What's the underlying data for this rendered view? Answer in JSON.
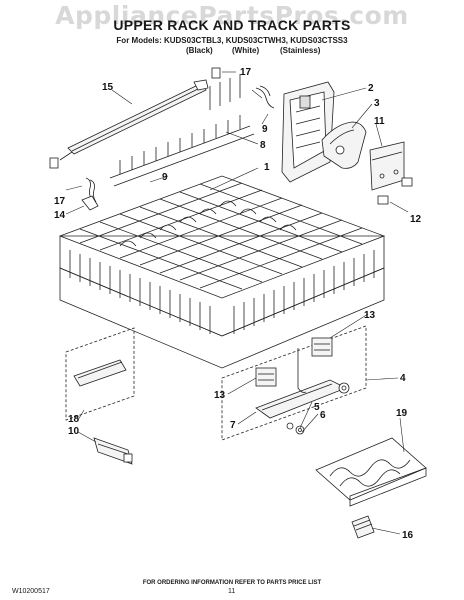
{
  "header": {
    "watermark": "AppliancePartsPros.com",
    "title": "UPPER RACK AND TRACK PARTS",
    "models": "For Models: KUDS03CTBL3, KUDS03CTWH3, KUDS03CTSS3",
    "variants": [
      "(Black)",
      "(White)",
      "(Stainless)"
    ]
  },
  "callouts": [
    "1",
    "2",
    "3",
    "4",
    "5",
    "6",
    "7",
    "8",
    "9",
    "9",
    "10",
    "11",
    "12",
    "13",
    "13",
    "14",
    "15",
    "16",
    "17",
    "17",
    "18",
    "19"
  ],
  "footer": {
    "note": "FOR ORDERING INFORMATION REFER TO PARTS PRICE LIST",
    "doc_number": "W10200517",
    "page_number": "11"
  },
  "colors": {
    "line": "#222222",
    "watermark": "#d8d8d8",
    "part_fill": "#f4f4f4"
  }
}
